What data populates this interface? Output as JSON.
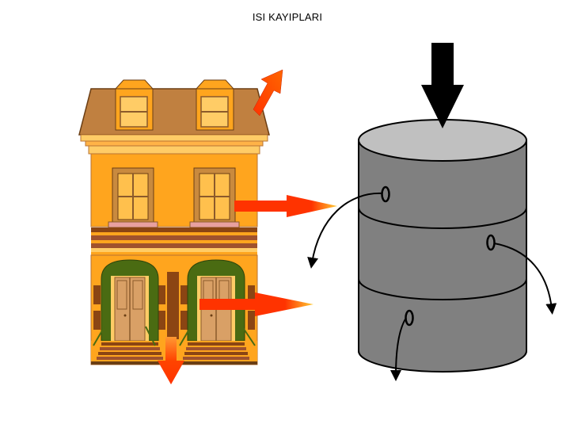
{
  "title": "ISI KAYIPLARI",
  "colors": {
    "house_wall": "#FFA51E",
    "house_roof": "#C08040",
    "house_trim": "#FFCC66",
    "house_band": "#A0522D",
    "window_frame": "#C98A3E",
    "window_glass": "#FFC04D",
    "door_arch": "#4A6B12",
    "arrow_red": "#FF3300",
    "arrow_orange": "#FF9933",
    "cylinder_body": "#808080",
    "cylinder_top": "#C0C0C0",
    "outline": "#000000",
    "input_arrow": "#000000"
  },
  "icons": {
    "house": "house-illustration",
    "cylinder": "stacked-cylinder",
    "heat_arrow": "red-orange-arrow",
    "input_arrow": "black-down-arrow",
    "loss_arrow": "curved-black-arrow"
  }
}
